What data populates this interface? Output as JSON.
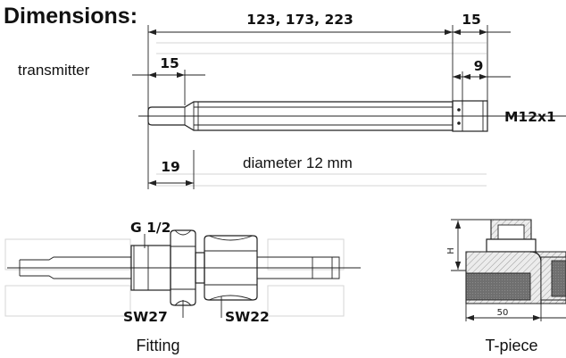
{
  "heading": "Dimensions:",
  "top_drawing": {
    "label_transmitter": "transmitter",
    "dim_length": "123, 173, 223",
    "dim_end_width": "15",
    "dim_tip_length": "15",
    "dim_thread_length": "9",
    "thread_label": "M12x1",
    "dim_taper": "19",
    "diameter_note": "diameter 12 mm"
  },
  "fitting_drawing": {
    "thread_label": "G 1/2",
    "wrench_large": "SW27",
    "wrench_small": "SW22",
    "caption": "Fitting"
  },
  "tpiece_drawing": {
    "height_label": "H",
    "width_label": "50",
    "caption": "T-piece"
  }
}
